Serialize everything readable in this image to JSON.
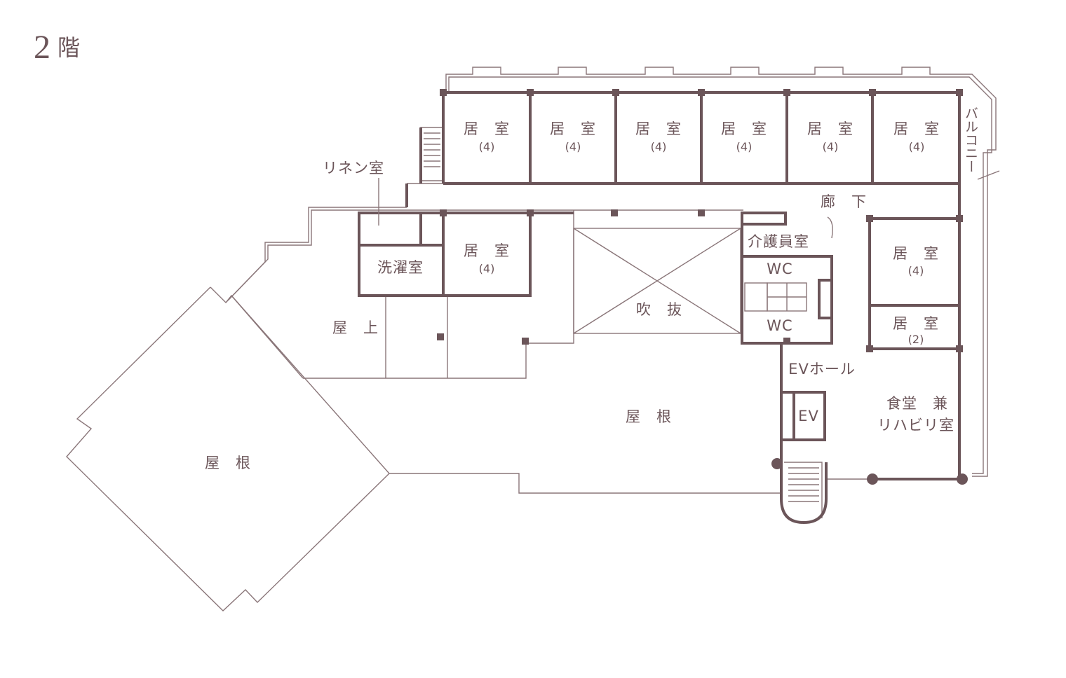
{
  "floor": {
    "number": "2",
    "unit": "階"
  },
  "rooms": [
    {
      "label": "居　室",
      "cap": "(4)"
    },
    {
      "label": "居　室",
      "cap": "(4)"
    },
    {
      "label": "居　室",
      "cap": "(4)"
    },
    {
      "label": "居　室",
      "cap": "(4)"
    },
    {
      "label": "居　室",
      "cap": "(4)"
    },
    {
      "label": "居　室",
      "cap": "(4)"
    },
    {
      "label": "居　室",
      "cap": "(4)"
    },
    {
      "label": "居　室",
      "cap": "(4)"
    },
    {
      "label": "居　室",
      "cap": "(2)"
    }
  ],
  "labels": {
    "balcony": "バルコニー",
    "linen": "リネン室",
    "corridor": "廊　下",
    "care_staff": "介護員室",
    "wc": "WC",
    "laundry": "洗濯室",
    "atrium": "吹　抜",
    "rooftop": "屋　上",
    "roof": "屋　根",
    "ev_hall": "EVホール",
    "ev": "EV",
    "dining_1": "食堂　兼",
    "dining_2": "リハビリ室"
  },
  "colors": {
    "wall": "#6b5559",
    "thin": "#8a7679"
  }
}
